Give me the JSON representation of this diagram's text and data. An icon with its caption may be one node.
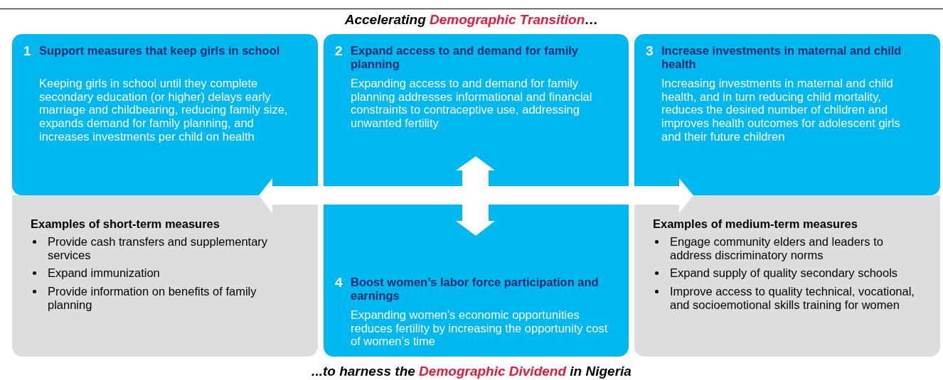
{
  "diagram": {
    "nodes": [
      {
        "text": [
          "1",
          "Support measures that keep girls in school",
          "Keeping girls in school until they complete secondary education (or higher) delays early marriage and childbearing, reducing family size, expands demand for family planning, and increases investments per child on health"
        ]
      },
      {
        "text": [
          "2",
          "Expand access to and demand for family planning",
          "Expanding access to and demand for family planning addresses informational and financial constraints to contraceptive use, addressing unwanted fertility"
        ]
      },
      {
        "text": [
          "3",
          "Increase investments in maternal and child health",
          "Increasing investments in maternal and child health, and in turn reducing child mortality, reduces the desired number of children and improves health outcomes for adolescent girls and their future children"
        ]
      },
      {
        "text": [
          "Examples of short-term measures",
          "Provide cash transfers and supplementary services",
          "Expand immunization",
          "Provide information on benefits of family planning"
        ]
      },
      {
        "text": [
          "4",
          "Boost women’s labor force participation and earnings",
          "Expanding women’s economic opportunities reduces fertility by increasing the opportunity cost of women’s time"
        ]
      },
      {
        "text": [
          "Examples of medium-term measures",
          "Engage community elders and leaders to address discriminatory norms",
          "Expand supply of quality secondary schools",
          "Improve access to quality technical, vocational, and socioemotional skills training for women"
        ]
      }
    ],
    "labels": [
      "Accelerating",
      "Demographic Transition",
      "…",
      "...to harness the",
      "Demographic Dividend",
      "in Nigeria"
    ]
  }
}
